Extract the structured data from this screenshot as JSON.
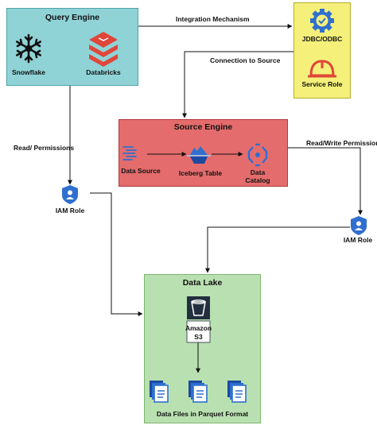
{
  "query_engine": {
    "title": "Query Engine",
    "snowflake_label": "Snowflake",
    "databricks_label": "Databricks"
  },
  "jdbc_box": {
    "jdbc_label": "JDBC/ODBC",
    "service_role_label": "Service Role"
  },
  "source_engine": {
    "title": "Source Engine",
    "data_source_label": "Data Source",
    "iceberg_label": "Iceberg Table",
    "catalog_label_line1": "Data",
    "catalog_label_line2": "Catalog"
  },
  "connections": {
    "integration": "Integration Mechanism",
    "connection_to_source": "Connection to Source",
    "read_permissions": "Read/ Permissions",
    "read_write_permissions": "Read/Write Permissions"
  },
  "iam_left": {
    "label": "IAM Role"
  },
  "iam_right": {
    "label": "IAM Role"
  },
  "data_lake": {
    "title": "Data Lake",
    "s3_line1": "Amazon",
    "s3_line2": "S3",
    "files_label": "Data Files in Parquet Format"
  },
  "colors": {
    "query_fill": "#8fd3d7",
    "query_border": "#4fa3a8",
    "jdbc_fill": "#f4f07a",
    "jdbc_border": "#b5ae2c",
    "source_fill": "#e46c6c",
    "source_border": "#b13a3a",
    "lake_fill": "#b9e0b1",
    "lake_border": "#7cb56f",
    "icon_blue": "#2f6fcf",
    "databricks_red": "#e0463a"
  }
}
